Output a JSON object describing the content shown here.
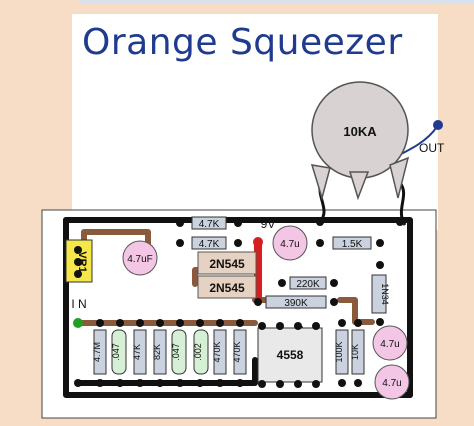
{
  "title": "Orange Squeezer",
  "labels": {
    "pot": "10KA",
    "out": "OUT",
    "in": "I N",
    "vr": "VR1",
    "nine_v": "9V",
    "ic": "4558"
  },
  "resistors": [
    {
      "id": "r1",
      "label": "4.7K"
    },
    {
      "id": "r2",
      "label": "4.7K"
    },
    {
      "id": "r3",
      "label": "1.5K"
    },
    {
      "id": "r4",
      "label": "220K"
    },
    {
      "id": "r5",
      "label": "390K"
    },
    {
      "id": "r6",
      "label": "1N34"
    },
    {
      "id": "r7",
      "label": "4.7M"
    },
    {
      "id": "r8",
      "label": "47K"
    },
    {
      "id": "r9",
      "label": "82K"
    },
    {
      "id": "r10",
      "label": "470K"
    },
    {
      "id": "r11",
      "label": "470K"
    },
    {
      "id": "r12",
      "label": "100K"
    },
    {
      "id": "r13",
      "label": "10K"
    }
  ],
  "capacitors": [
    {
      "id": "c1",
      "label": "4.7uF"
    },
    {
      "id": "c2",
      "label": "4.7u"
    },
    {
      "id": "c3",
      "label": "4.7u"
    },
    {
      "id": "c4",
      "label": "4.7u"
    },
    {
      "id": "c5",
      "label": ".047"
    },
    {
      "id": "c6",
      "label": ".047"
    },
    {
      "id": "c7",
      "label": ".002"
    }
  ],
  "transistors": [
    {
      "id": "q1",
      "label": "2N545"
    },
    {
      "id": "q2",
      "label": "2N545"
    }
  ],
  "colors": {
    "background": "#f7dcc6",
    "board": "#ffffff",
    "trace": "#111111",
    "jumper": "#8a5a3c",
    "title": "#1f3a8f",
    "capacitor": "#f3c6e6",
    "resistor_body": "#c9d2de",
    "pot_body": "#d8d2d2",
    "pad": "#111111",
    "power": "#d62020",
    "input": "#1fa01f"
  }
}
